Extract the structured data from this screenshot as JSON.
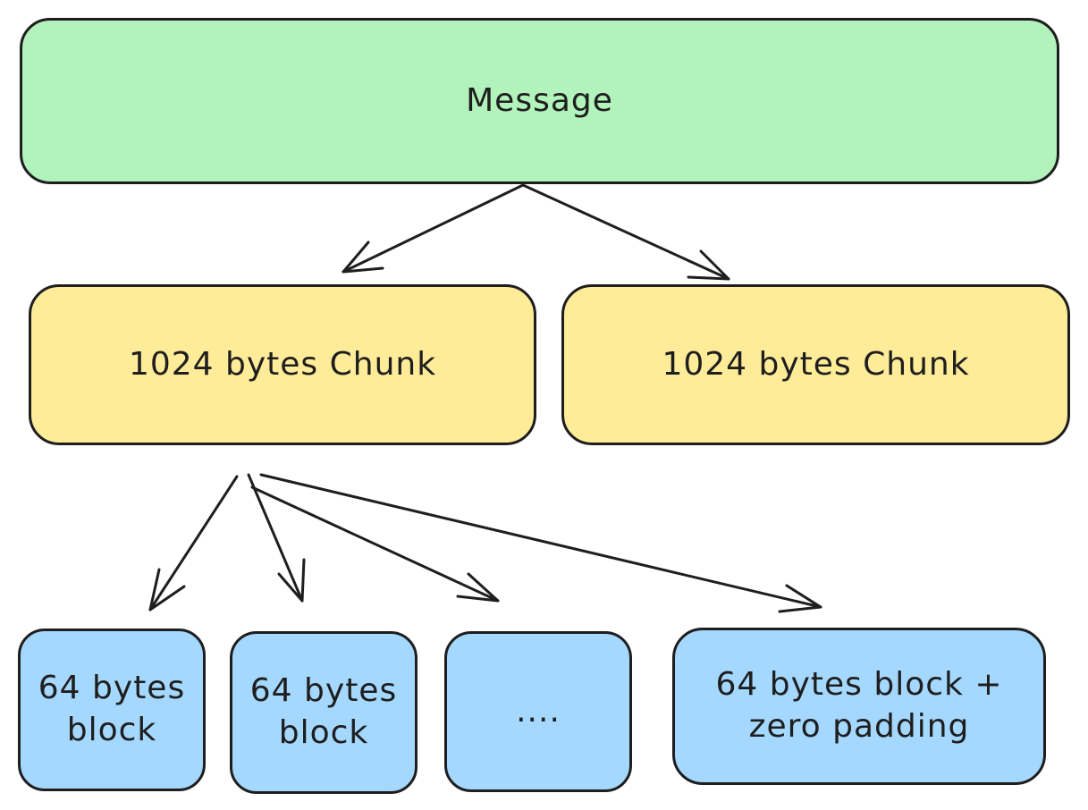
{
  "colors": {
    "message_fill": "#b2f2bb",
    "chunk_fill": "#ffec99",
    "block_fill": "#a5d8ff",
    "stroke": "#1e1e1e"
  },
  "message": {
    "label": "Message"
  },
  "chunks": [
    {
      "label": "1024 bytes Chunk"
    },
    {
      "label": "1024 bytes Chunk"
    }
  ],
  "blocks": [
    {
      "label": "64 bytes\nblock"
    },
    {
      "label": "64 bytes\nblock"
    },
    {
      "label": "...."
    },
    {
      "label": "64 bytes block +\nzero padding"
    }
  ]
}
